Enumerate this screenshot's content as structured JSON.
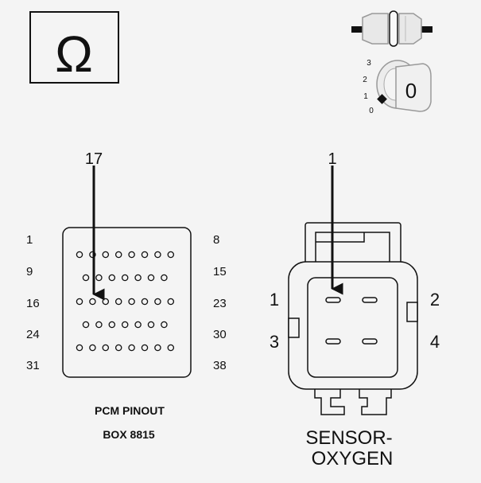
{
  "meter": {
    "symbol": "Ω"
  },
  "ignition": {
    "positions": [
      "3",
      "2",
      "1",
      "0"
    ],
    "key_label": "0"
  },
  "pcm": {
    "callout_pin": "17",
    "row_labels_left": [
      "1",
      "9",
      "16",
      "24",
      "31"
    ],
    "row_labels_right": [
      "8",
      "15",
      "23",
      "30",
      "38"
    ],
    "rows": [
      {
        "pins": 8
      },
      {
        "pins": 7
      },
      {
        "pins": 8
      },
      {
        "pins": 7
      },
      {
        "pins": 8
      }
    ],
    "caption_line1": "PCM PINOUT",
    "caption_line2": "BOX 8815"
  },
  "sensor": {
    "callout_pin": "1",
    "pin_labels": [
      "1",
      "2",
      "3",
      "4"
    ],
    "caption_line1": "SENSOR-",
    "caption_line2": "OXYGEN"
  },
  "colors": {
    "background": "#f4f4f4",
    "ink": "#111111",
    "component_fill": "#ececec"
  }
}
